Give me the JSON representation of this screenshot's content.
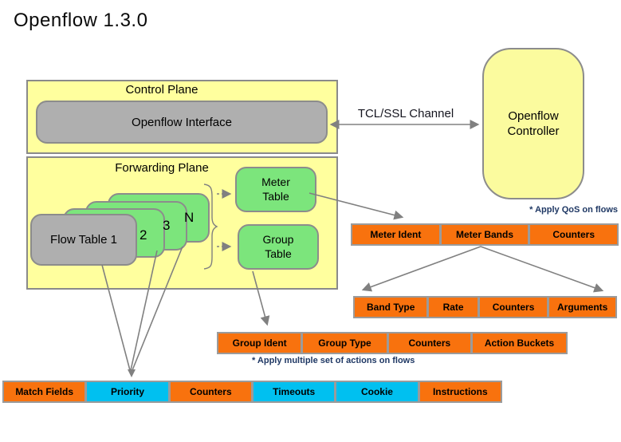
{
  "title": "Openflow 1.3.0",
  "control_plane": {
    "label": "Control Plane",
    "interface": "Openflow Interface"
  },
  "channel": {
    "label": "TCL/SSL Channel"
  },
  "controller": {
    "label": "Openflow Controller"
  },
  "forwarding_plane": {
    "label": "Forwarding Plane",
    "flow_table_front": "Flow Table 1",
    "flow_table_stack": [
      "2",
      "3",
      "N"
    ],
    "meter_table": "Meter Table",
    "group_table": "Group Table"
  },
  "meter_row": {
    "cells": [
      "Meter Ident",
      "Meter Bands",
      "Counters"
    ],
    "note": "* Apply QoS on flows"
  },
  "band_row": {
    "cells": [
      "Band Type",
      "Rate",
      "Counters",
      "Arguments"
    ]
  },
  "group_row": {
    "cells": [
      "Group Ident",
      "Group Type",
      "Counters",
      "Action Buckets"
    ],
    "note": "* Apply multiple set of  actions on flows"
  },
  "flow_entry_row": {
    "cells": [
      "Match Fields",
      "Priority",
      "Counters",
      "Timeouts",
      "Cookie",
      "Instructions"
    ],
    "cell_colors": [
      "orange",
      "cyan",
      "orange",
      "cyan",
      "cyan",
      "orange"
    ]
  },
  "colors": {
    "panel_yellow": "#FFFF9E",
    "table_green": "#7CE57C",
    "box_gray": "#AFAFAF",
    "cell_orange": "#F8720E",
    "cell_cyan": "#00C0F0",
    "note_navy": "#1F3864",
    "line_gray": "#808080"
  }
}
